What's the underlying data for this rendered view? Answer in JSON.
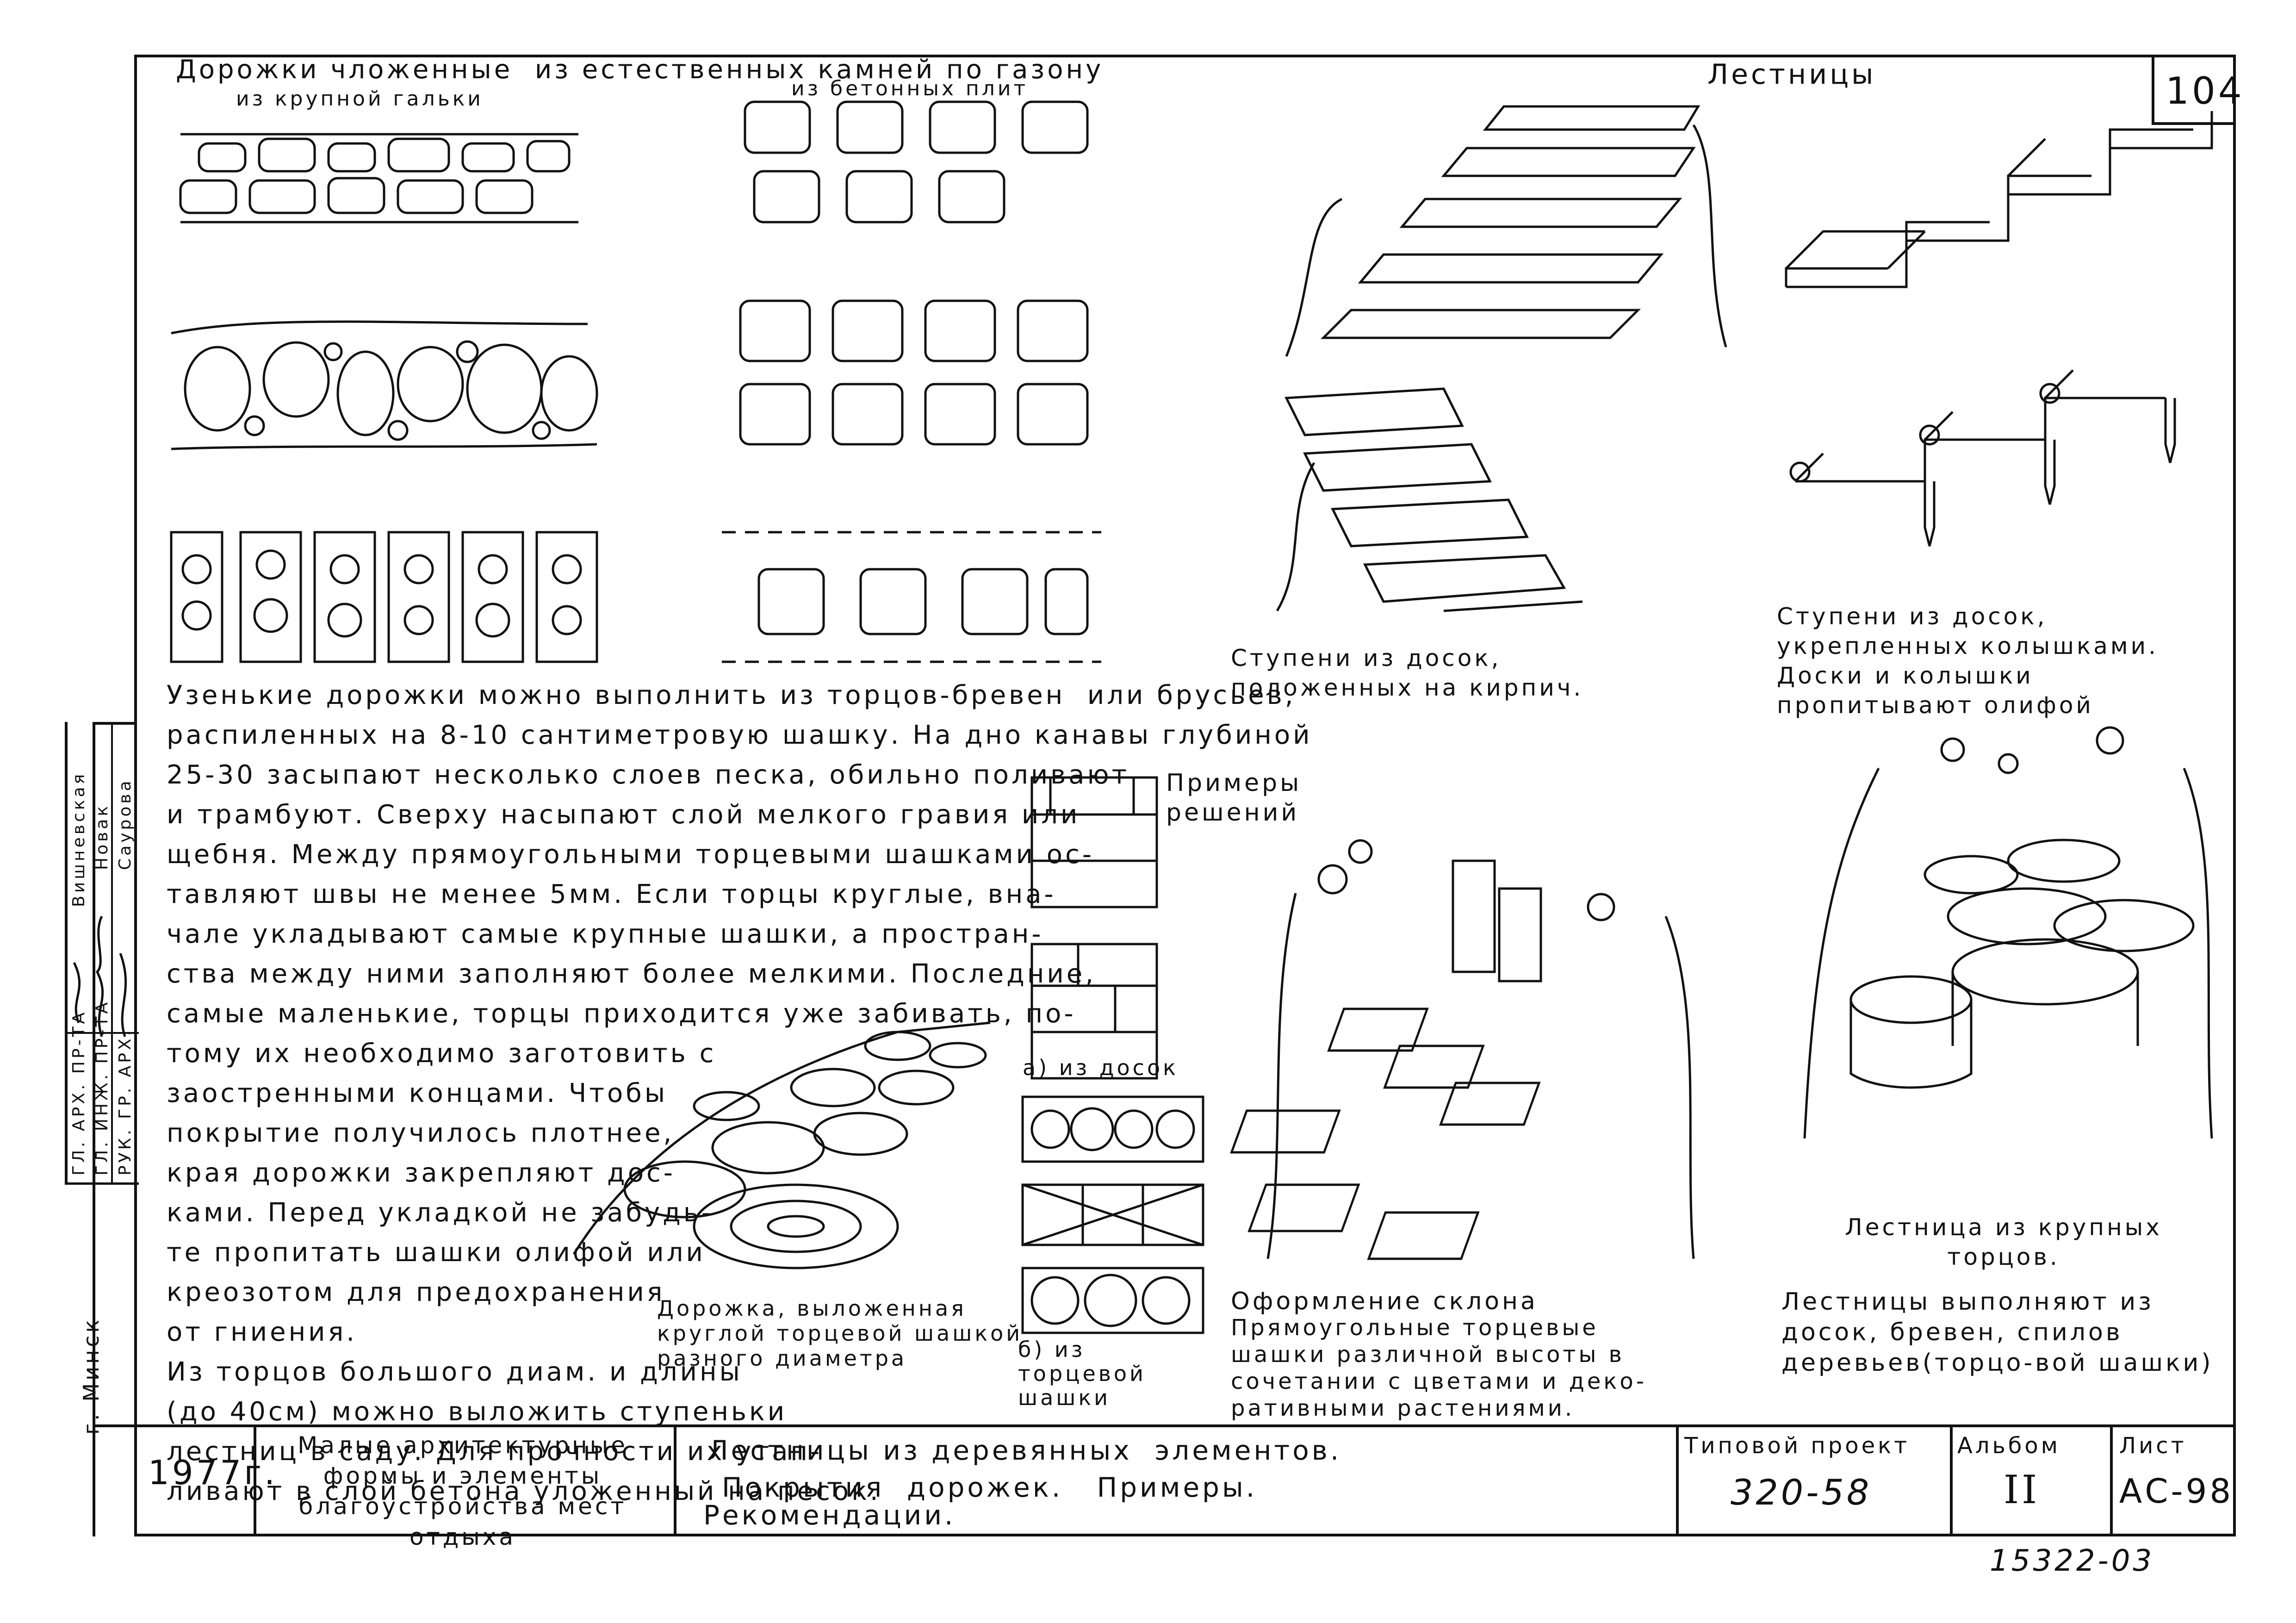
{
  "sheet_number": "104",
  "top_left_title": "Дорожки чложенные  из естественных камней по газону",
  "subtitle_pebble": "из крупной гальки",
  "subtitle_concrete": "из бетонных плит",
  "stairs_title": "Лестницы",
  "caption_boards_on_brick": "Ступени из досок, положенных на кирпич.",
  "caption_boards_pegs": "Ступени из досок, укрепленных колышками.  Доски и колышки пропитывают олифой",
  "main_text": [
    "Узенькие дорожки можно выполнить из торцов-бревен  или брусьев,",
    "распиленных на 8-10 сантиметровую шашку. На дно канавы глубиной",
    "25-30 засыпают несколько слоев песка, обильно поливают",
    "и трамбуют. Сверху насыпают слой мелкого гравия или",
    "щебня. Между прямоугольными торцевыми шашками ос-",
    "тавляют швы не менее 5мм. Если торцы круглые, вна-",
    "чале укладывают самые крупные шашки, а простран-",
    "ства между ними заполняют более мелкими. Последние,",
    "самые маленькие, торцы приходится уже забивать, по-",
    "тому их необходимо заготовить с",
    "заостренными концами. Чтобы",
    "покрытие получилось плотнее,",
    "края дорожки закрепляют дос-",
    "ками. Перед укладкой не забудь-",
    "те пропитать шашки олифой или",
    "креозотом для предохранения",
    "от гниения.",
    "Из торцов большого диам. и длины",
    "(до 40см) можно выложить ступеньки",
    "лестниц в саду. Для прочности их утап-",
    "ливают в слой бетона уложенный на песок."
  ],
  "examples_title": "Примеры решений",
  "example_a": "а) из досок",
  "example_b": "б) из торцевой шашки",
  "caption_round_path": "Дорожка, выложенная круглой торцевой шашкой разного диаметра",
  "caption_slope": "Оформление склона",
  "caption_slope_desc": "Прямоугольные торцевые шашки различной высоты в сочетании с цветами и деко-ративными растениями.",
  "caption_stumps_title": "Лестница из крупных торцов.",
  "caption_stumps_desc": "Лестницы выполняют из досок, бревен, спилов деревьев(торцо-вой шашки)",
  "left_stamp": {
    "rows": [
      {
        "role": "ГЛ. АРХ. ПР-ТА",
        "name": "Вишневская"
      },
      {
        "role": "ГЛ. ИНЖ. ПР-ТА",
        "name": "Новак"
      },
      {
        "role": "РУК. ГР. АРХ.",
        "name": "Саурова"
      }
    ],
    "city": "г. Минск"
  },
  "title_block": {
    "year": "1977г.",
    "description": "Малые архитектурные формы и элементы благоустройства мест отдыха",
    "title_line1": "Лестницы из деревянных  элементов.",
    "title_line2": "Покрытия  дорожек.   Примеры.",
    "title_line3": "Рекомендации.",
    "project_label": "Типовой проект",
    "project_value": "320-58",
    "album_label": "Альбом",
    "album_value": "II",
    "sheet_label": "Лист",
    "sheet_value": "АС-98"
  },
  "bottom_ref": "15322-03"
}
